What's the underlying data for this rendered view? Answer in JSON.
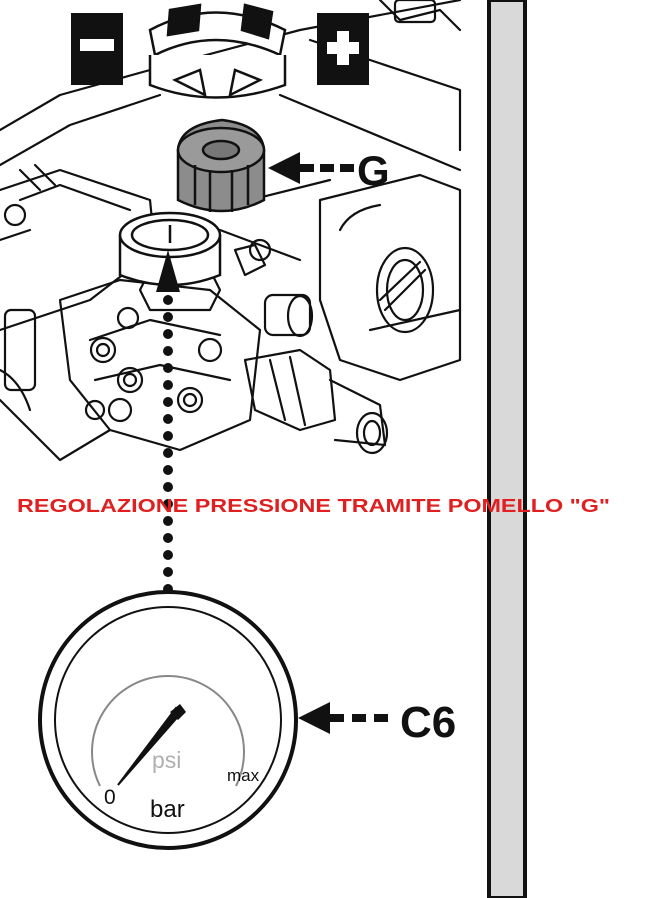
{
  "colors": {
    "ink": "#111111",
    "knob_grey": "#8c8c8c",
    "panel_grey": "#d9d9d9",
    "caption_red": "#e02020",
    "gauge_psi": "#b0b0b0"
  },
  "controls": {
    "minus_symbol": "−",
    "plus_symbol": "+"
  },
  "callouts": {
    "knob_label": "G",
    "gauge_label": "C6"
  },
  "caption": "REGOLAZIONE PRESSIONE TRAMITE POMELLO \"G\"",
  "gauge": {
    "unit_secondary": "psi",
    "unit_primary": "bar",
    "min_label": "0",
    "max_label": "max"
  },
  "icons": {
    "minus": "minus-icon",
    "plus": "plus-icon",
    "rotate": "rotate-arrows-icon",
    "callout_arrow": "dashed-arrow-icon"
  }
}
